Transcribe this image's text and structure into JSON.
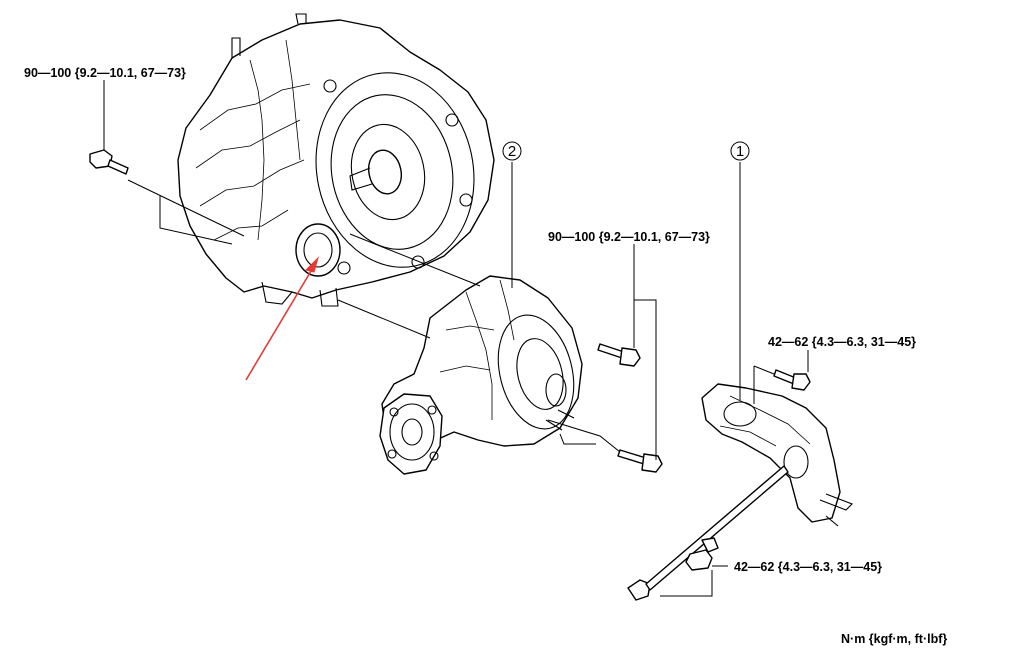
{
  "torque_specs": {
    "top_left": "90—100 {9.2—10.1, 67—73}",
    "middle": "90—100 {9.2—10.1, 67—73}",
    "right_upper": "42—62 {4.3—6.3, 31—45}",
    "right_lower": "42—62 {4.3—6.3, 31—45}"
  },
  "callouts": {
    "transfer": "2",
    "bracket": "1"
  },
  "units_label": "N·m {kgf·m, ft·lbf}",
  "colors": {
    "line": "#000000",
    "arrow": "#e53935",
    "background": "#ffffff"
  }
}
